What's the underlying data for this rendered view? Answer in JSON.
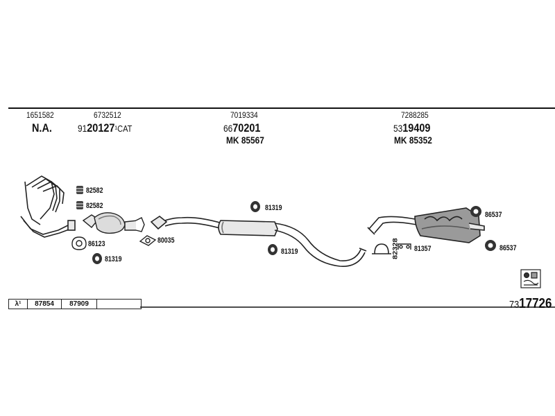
{
  "header": {
    "columns": [
      {
        "ref": "1651582",
        "code_pre": "",
        "code_main": "N.A.",
        "code_suffix": "",
        "mk": ""
      },
      {
        "ref": "6732512",
        "code_pre": "91",
        "code_main": "20127",
        "code_suffix": "¹CAT",
        "mk": ""
      },
      {
        "ref": "7019334",
        "code_pre": "66",
        "code_main": "70201",
        "code_suffix": "",
        "mk": "MK 85567"
      },
      {
        "ref": "7288285",
        "code_pre": "53",
        "code_main": "19409",
        "code_suffix": "",
        "mk": "MK 85352"
      }
    ]
  },
  "parts": {
    "p82582a": "82582",
    "p82582b": "82582",
    "p86123": "86123",
    "p81319a": "81319",
    "p80035": "80035",
    "p81319b": "81319",
    "p81319c": "81319",
    "p82328": "82328",
    "p81357": "81357",
    "p86537a": "86537",
    "p86537b": "86537"
  },
  "sensor_row": {
    "symbol": "λ¹",
    "c1": "87854",
    "c2": "87909",
    "c3": ""
  },
  "footer": {
    "code_pre": "73",
    "code_main": "17726"
  },
  "colors": {
    "ink": "#111111",
    "line": "#222222",
    "fill": "#e8e8e8",
    "shade": "#9a9a9a"
  }
}
